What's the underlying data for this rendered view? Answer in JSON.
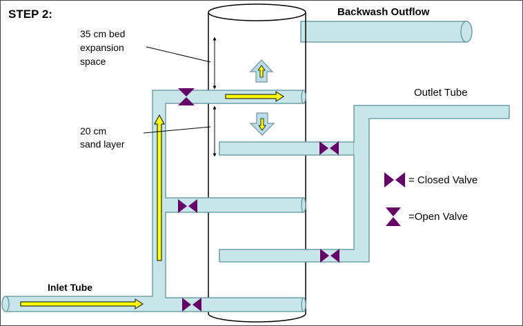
{
  "title": "STEP  2:",
  "labels": {
    "backwash_outflow": "Backwash Outflow",
    "outlet_tube": "Outlet Tube",
    "inlet_tube": "Inlet Tube",
    "bed_expansion": [
      "35 cm bed",
      "expansion",
      "space"
    ],
    "sand_layer": [
      "20 cm",
      "sand layer"
    ]
  },
  "legend": {
    "closed": "= Closed Valve",
    "open": "=Open Valve"
  },
  "colors": {
    "pipe_fill": "#c8e6ea",
    "pipe_stroke": "#6e9ea6",
    "valve": "#660066",
    "arrow_fill": "#ffff00",
    "updown_fill": "#b7dde8"
  }
}
